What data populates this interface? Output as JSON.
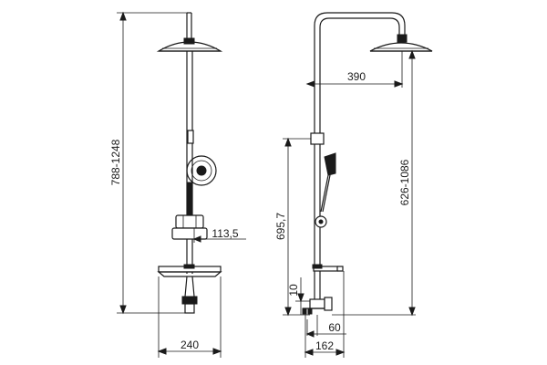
{
  "dimensions": {
    "overall_height": "788-1248",
    "holder_offset": "113,5",
    "base_width": "240",
    "head_reach": "390",
    "head_height": "626-1086",
    "handshower_height": "695,7",
    "connector_height": "10",
    "outlet_offset": "60",
    "depth": "162"
  }
}
